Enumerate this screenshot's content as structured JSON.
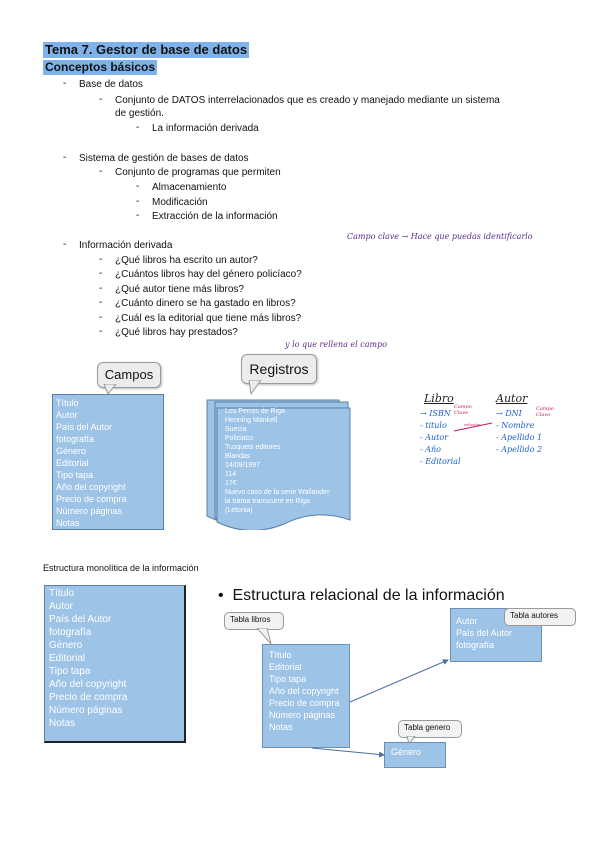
{
  "title": "Tema 7. Gestor de base de datos",
  "subtitle": "Conceptos básicos",
  "outline": [
    {
      "level": 1,
      "text": "Base de datos"
    },
    {
      "level": 2,
      "text": "Conjunto de DATOS interrelacionados que es creado y manejado mediante un sistema"
    },
    {
      "level": 2,
      "text": "de gestión.",
      "cont": true
    },
    {
      "level": 3,
      "text": "La información derivada"
    },
    {
      "level": 1,
      "text": "Sistema de gestión de bases de datos"
    },
    {
      "level": 2,
      "text": "Conjunto de programas que permiten"
    },
    {
      "level": 3,
      "text": "Almacenamiento"
    },
    {
      "level": 3,
      "text": "Modificación"
    },
    {
      "level": 3,
      "text": "Extracción de la información"
    },
    {
      "level": 1,
      "text": "Información derivada"
    },
    {
      "level": 2,
      "text": "¿Qué libros ha escrito un autor?"
    },
    {
      "level": 2,
      "text": "¿Cuántos libros hay del género policíaco?"
    },
    {
      "level": 2,
      "text": "¿Qué autor tiene más libros?"
    },
    {
      "level": 2,
      "text": "¿Cuánto dinero se ha gastado en libros?"
    },
    {
      "level": 2,
      "text": "¿Cuál es la editorial que tiene más libros?"
    },
    {
      "level": 2,
      "text": "¿Qué libros hay prestados?"
    }
  ],
  "handwritten": {
    "note1": "Campo clave → Hace que puedas identificarlo",
    "note2": "y lo que rellena el campo",
    "libro_title": "Libro",
    "autor_title": "Autor",
    "libro_fields": [
      "→ ISBN",
      "- titulo",
      "- Autor",
      "- Año",
      "- Editorial"
    ],
    "autor_fields": [
      "→ DNI",
      "- Nombre",
      "- Apellido 1",
      "- Apellido 2"
    ],
    "campo_clave": "Campo Clave",
    "relacion": "relación"
  },
  "campos_label": "Campos",
  "registros_label": "Registros",
  "campos_fields": [
    "Título",
    "Autor",
    "País del Autor",
    "fotografía",
    "Género",
    "Editorial",
    "Tipo tapa",
    "Año del copyright",
    "Precio de compra",
    "Número páginas",
    "Notas"
  ],
  "registro_values": [
    "Los Perros de Riga",
    "Henning Mankell",
    "Suecia",
    "Policiaco",
    "Tusquets editores",
    "Blandas",
    "14/09/1997",
    "114",
    "17€",
    "Nuevo caso de la serie Wallander",
    "la trama transcurre en Riga",
    "(Letonia)"
  ],
  "monolitica_label": "Estructura monolítica de la información",
  "monolitica_fields": [
    "Título",
    "Autor",
    "País del Autor",
    "fotografía",
    "Género",
    "Editorial",
    "Tipo tapa",
    "Año del copyright",
    "Precio de compra",
    "Número páginas",
    "Notas"
  ],
  "relacional_heading": "Estructura relacional de la información",
  "tabla_libros_label": "Tabla libros",
  "tabla_libros_fields": [
    "Título",
    "Editorial",
    "Tipo tapa",
    "Año del copyright",
    "Precio de compra",
    "Número páginas",
    "Notas"
  ],
  "tabla_autores_label": "Tabla autores",
  "tabla_autores_fields": [
    "Autor",
    "País del Autor",
    "fotografía"
  ],
  "tabla_genero_label": "Tabla genero",
  "tabla_genero_fields": [
    "Género"
  ]
}
